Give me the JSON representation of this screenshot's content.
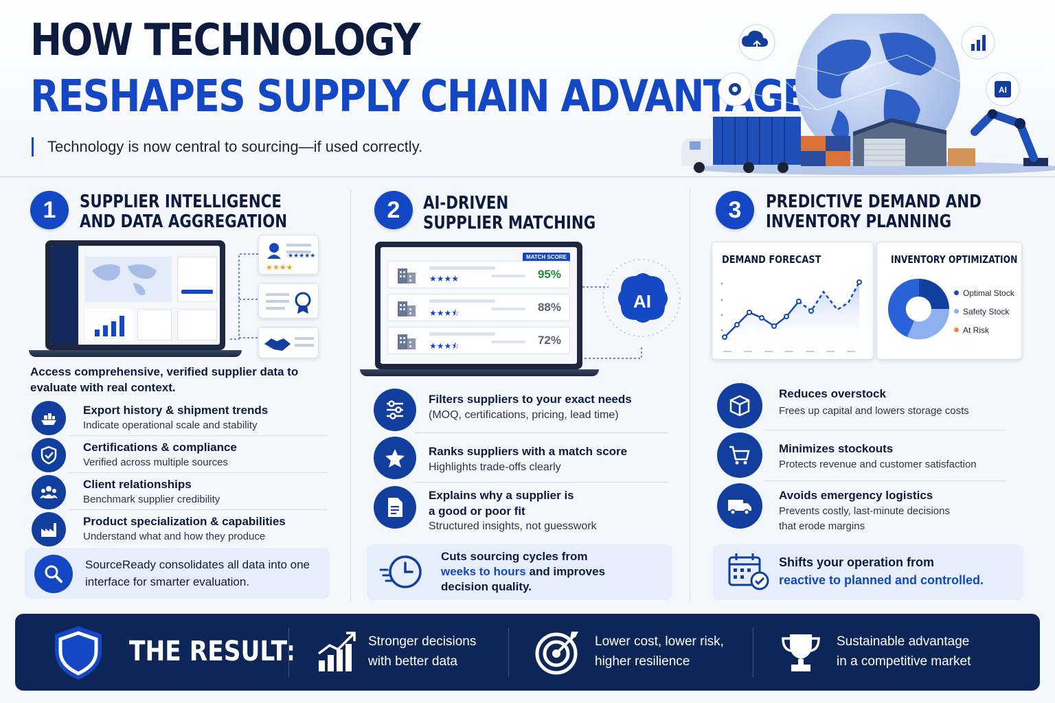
{
  "header": {
    "title_line1": "HOW TECHNOLOGY",
    "title_line2": "RESHAPES SUPPLY CHAIN ADVANTAGE",
    "subtitle": "Technology is now central to sourcing—if used correctly.",
    "hero_ai_label": "AI"
  },
  "section1": {
    "number": "1",
    "title_line1": "SUPPLIER INTELLIGENCE",
    "title_line2": "AND DATA AGGREGATION",
    "lead": "Access comprehensive, verified supplier data to evaluate with real context.",
    "features": [
      {
        "title": "Export history & shipment trends",
        "desc": "Indicate operational scale and stability",
        "icon": "ship-icon"
      },
      {
        "title": "Certifications & compliance",
        "desc": "Verified across multiple sources",
        "icon": "shield-check-icon"
      },
      {
        "title": "Client relationships",
        "desc": "Benchmark supplier credibility",
        "icon": "people-icon"
      },
      {
        "title": "Product specialization & capabilities",
        "desc": "Understand what and how they produce",
        "icon": "factory-icon"
      }
    ],
    "callout": "SourceReady consolidates all data into one interface for smarter evaluation."
  },
  "section2": {
    "number": "2",
    "title_line1": "AI-DRIVEN",
    "title_line2": "SUPPLIER MATCHING",
    "match_label": "MATCH SCORE",
    "ai_label": "AI",
    "scores": [
      {
        "value": "95%",
        "stars": 4,
        "color": "#1f8a3a"
      },
      {
        "value": "88%",
        "stars": 3.5,
        "color": "#5b6270"
      },
      {
        "value": "72%",
        "stars": 3.5,
        "color": "#5b6270"
      }
    ],
    "features": [
      {
        "title": "Filters suppliers to your exact needs",
        "desc": "(MOQ, certifications, pricing, lead time)",
        "icon": "sliders-icon"
      },
      {
        "title": "Ranks suppliers with a match score",
        "desc": "Highlights trade-offs clearly",
        "icon": "star-icon"
      },
      {
        "title_line1": "Explains why a supplier is",
        "title_line2": "a good or poor fit",
        "desc": "Structured insights, not guesswork",
        "icon": "document-icon"
      }
    ],
    "callout_line1": "Cuts sourcing cycles from",
    "callout_highlight": "weeks to hours",
    "callout_after": " and improves",
    "callout_line3": "decision quality."
  },
  "section3": {
    "number": "3",
    "title_line1": "PREDICTIVE DEMAND AND",
    "title_line2": "INVENTORY PLANNING",
    "forecast_title": "DEMAND FORECAST",
    "inventory_title": "INVENTORY OPTIMIZATION",
    "legend": [
      {
        "label": "Optimal Stock",
        "color": "#1447c4"
      },
      {
        "label": "Safety Stock",
        "color": "#8fb0f0"
      },
      {
        "label": "At Risk",
        "color": "#f08a3c"
      }
    ],
    "features": [
      {
        "title": "Reduces overstock",
        "desc": "Frees up capital and lowers storage costs",
        "icon": "box-icon"
      },
      {
        "title": "Minimizes stockouts",
        "desc": "Protects revenue and customer satisfaction",
        "icon": "cart-icon"
      },
      {
        "title": "Avoids emergency logistics",
        "desc_line1": "Prevents costly, last-minute decisions",
        "desc_line2": "that erode margins",
        "icon": "truck-icon"
      }
    ],
    "callout_line1": "Shifts your operation from",
    "callout_highlight": "reactive to planned and controlled."
  },
  "result": {
    "title": "THE RESULT:",
    "items": [
      {
        "line1": "Stronger decisions",
        "line2": "with better data",
        "icon": "growth-chart-icon"
      },
      {
        "line1": "Lower cost, lower risk,",
        "line2": "higher resilience",
        "icon": "target-icon"
      },
      {
        "line1": "Sustainable advantage",
        "line2": "in a competitive market",
        "icon": "trophy-icon"
      }
    ]
  },
  "colors": {
    "primary": "#1447c4",
    "navy": "#0e2557",
    "text": "#0d1b3e"
  }
}
